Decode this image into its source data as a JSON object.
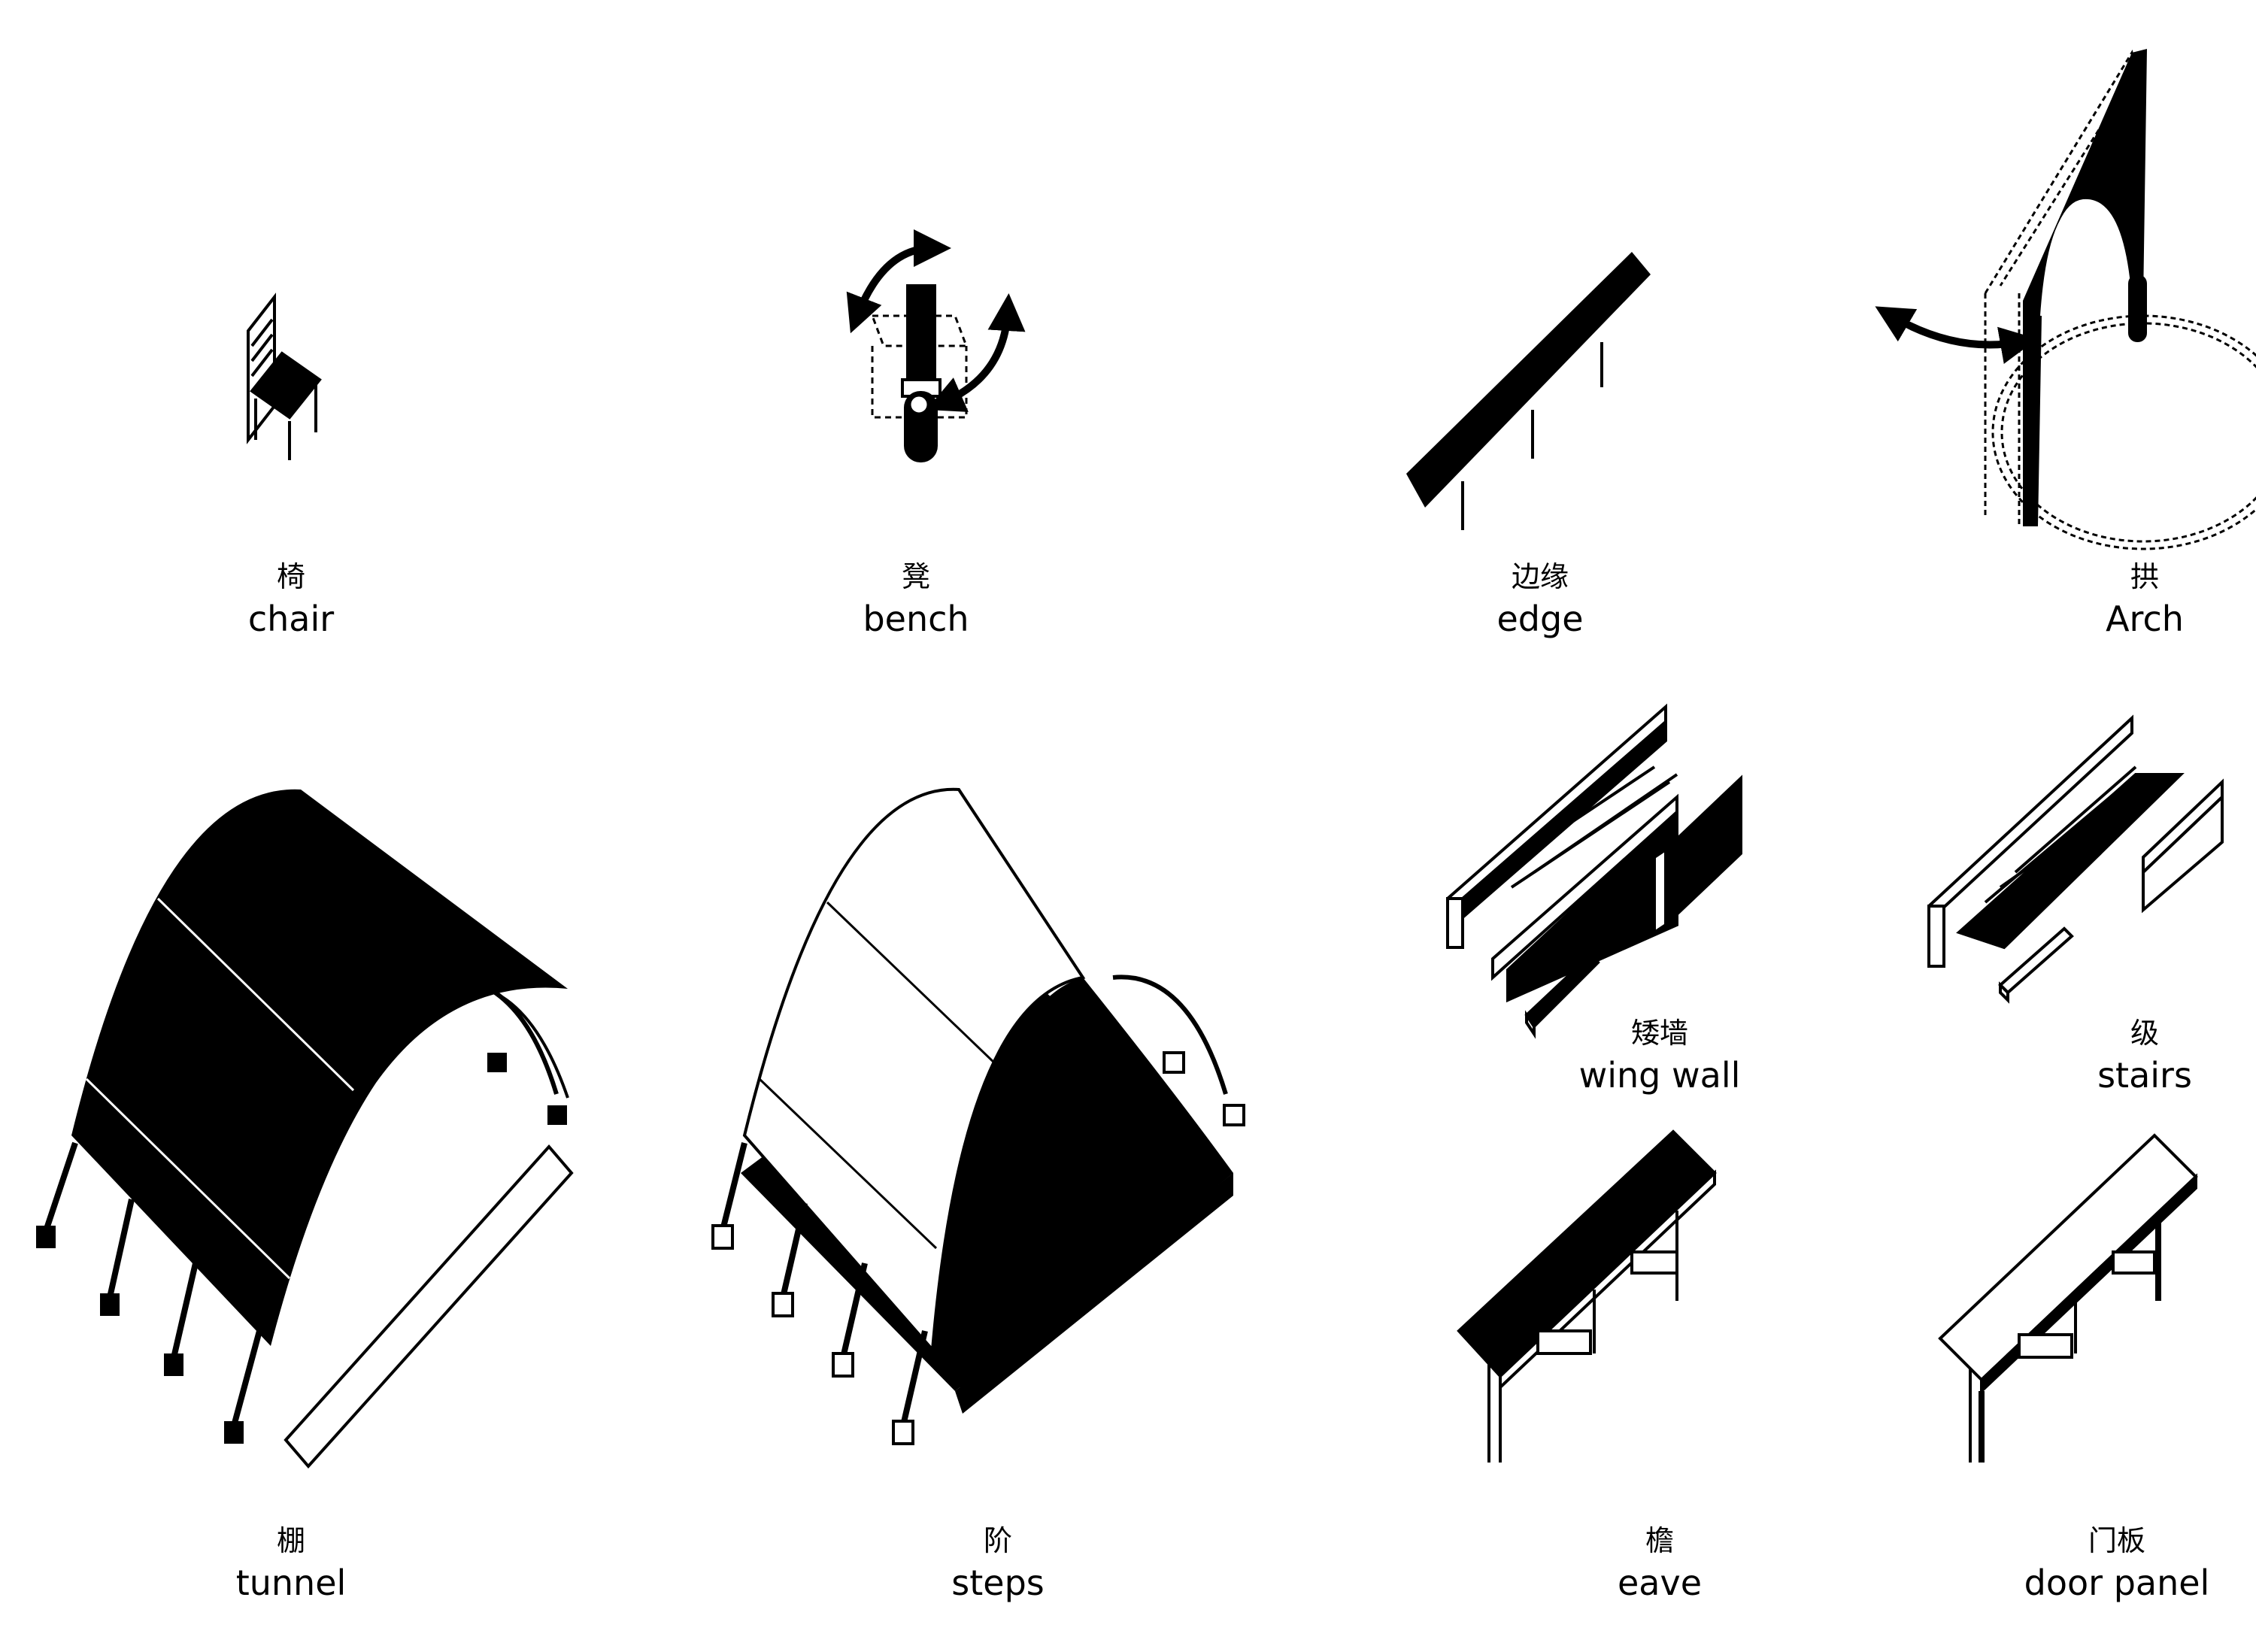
{
  "colors": {
    "ink": "#000000",
    "paper": "#ffffff"
  },
  "items": [
    {
      "id": "chair",
      "zh": "椅",
      "en": "chair"
    },
    {
      "id": "bench",
      "zh": "凳",
      "en": "bench"
    },
    {
      "id": "edge",
      "zh": "边缘",
      "en": "edge"
    },
    {
      "id": "arch",
      "zh": "拱",
      "en": "Arch"
    },
    {
      "id": "wing-wall",
      "zh": "矮墙",
      "en": "wing wall"
    },
    {
      "id": "stairs",
      "zh": "级",
      "en": "stairs"
    },
    {
      "id": "tunnel",
      "zh": "棚",
      "en": "tunnel"
    },
    {
      "id": "steps",
      "zh": "阶",
      "en": "steps"
    },
    {
      "id": "eave",
      "zh": "檐",
      "en": "eave"
    },
    {
      "id": "door-panel",
      "zh": "门板",
      "en": "door panel"
    }
  ]
}
